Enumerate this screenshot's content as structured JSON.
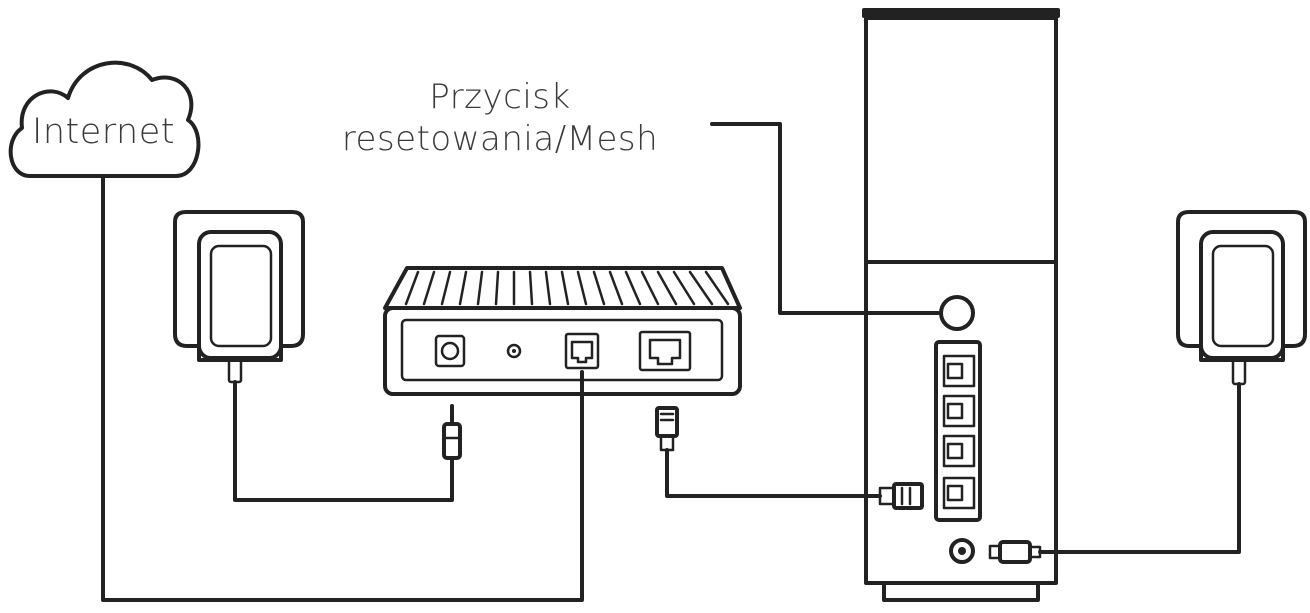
{
  "labels": {
    "internet": "Internet",
    "reset_line1": "Przycisk",
    "reset_line2": "resetowania/Mesh"
  },
  "colors": {
    "line": "#222222",
    "text": "#3a3a3a",
    "background": "#ffffff"
  }
}
